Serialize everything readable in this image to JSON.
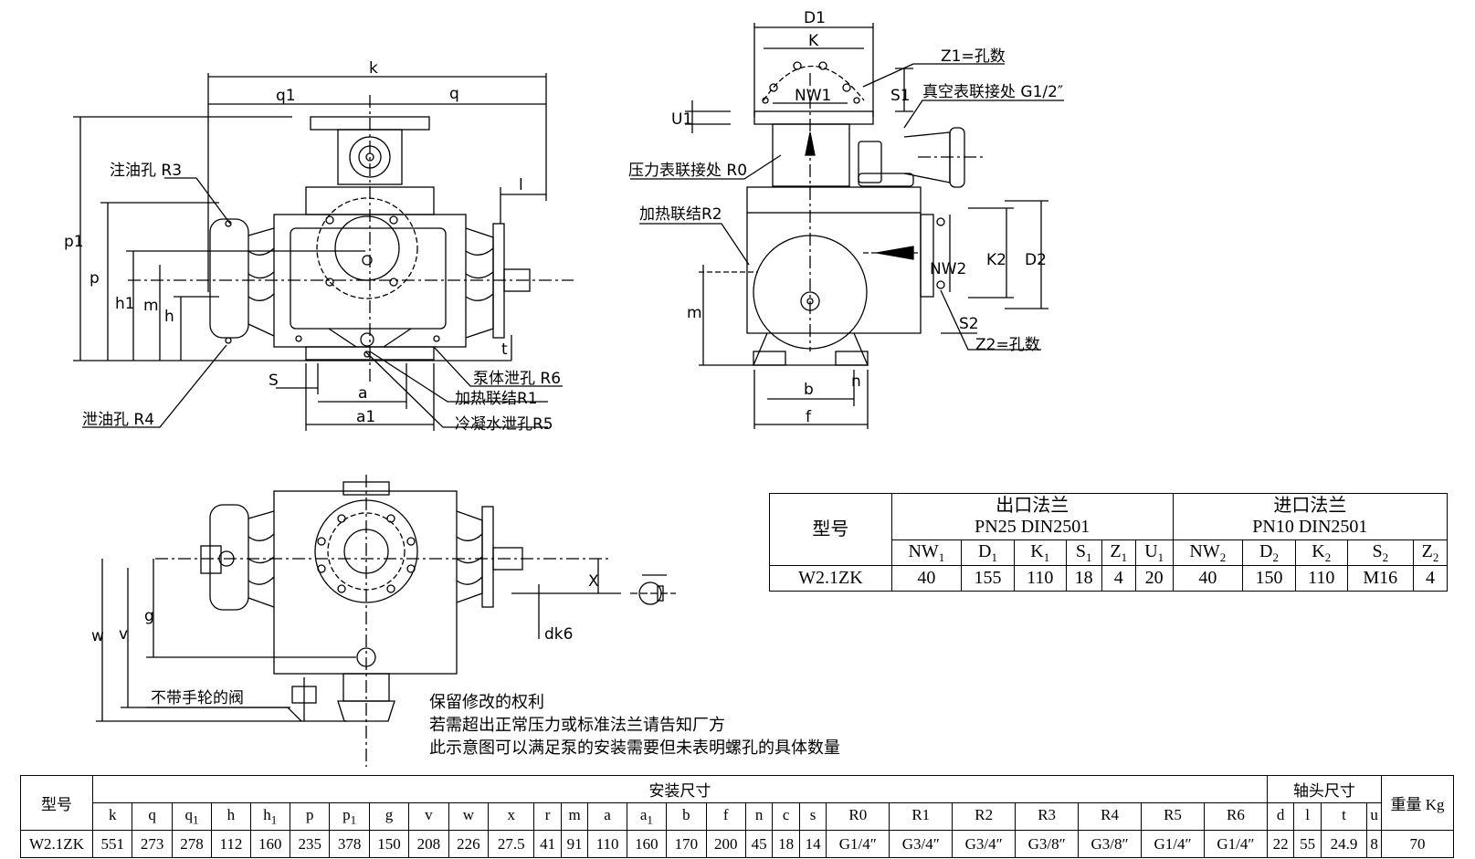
{
  "labels": {
    "k": "k",
    "q1": "q1",
    "q": "q",
    "l": "l",
    "p1": "p1",
    "p": "p",
    "h1": "h1",
    "m": "m",
    "h": "h",
    "t": "t",
    "S": "S",
    "a": "a",
    "a1": "a1",
    "oil_fill": "注油孔  R3",
    "oil_drain": "泄油孔  R4",
    "pump_drain": "泵体泄孔  R6",
    "heat_r1": "加热联结R1",
    "condensate": "冷凝水泄孔R5",
    "D1": "D1",
    "K": "K",
    "Z1": "Z1=孔数",
    "S1": "S1",
    "U1": "U1",
    "NW1": "NW1",
    "vacuum": "真空表联接处  G1/2″",
    "pressure": "压力表联接处  R0",
    "heat_r2": "加热联结R2",
    "NW2": "NW2",
    "K2": "K2",
    "D2": "D2",
    "S2": "S2",
    "Z2": "Z2=孔数",
    "m2": "m",
    "b": "b",
    "n": "n",
    "f": "f",
    "X": "X",
    "g": "g",
    "v": "v",
    "w": "w",
    "dk6": "dk6",
    "valve": "不带手轮的阀"
  },
  "notes": [
    "保留修改的权利",
    "若需超出正常压力或标准法兰请告知厂方",
    "此示意图可以满足泵的安装需要但未表明螺孔的具体数量"
  ],
  "flange_table": {
    "model_header": "型号",
    "outlet_title": "出口法兰",
    "outlet_std": "PN25 DIN2501",
    "inlet_title": "进口法兰",
    "inlet_std": "PN10 DIN2501",
    "columns": [
      {
        "base": "NW",
        "sub": "1"
      },
      {
        "base": "D",
        "sub": "1"
      },
      {
        "base": "K",
        "sub": "1"
      },
      {
        "base": "S",
        "sub": "1"
      },
      {
        "base": "Z",
        "sub": "1"
      },
      {
        "base": "U",
        "sub": "1"
      },
      {
        "base": "NW",
        "sub": "2"
      },
      {
        "base": "D",
        "sub": "2"
      },
      {
        "base": "K",
        "sub": "2"
      },
      {
        "base": "S",
        "sub": "2"
      },
      {
        "base": "Z",
        "sub": "2"
      }
    ],
    "row": {
      "model": "W2.1ZK",
      "values": [
        "40",
        "155",
        "110",
        "18",
        "4",
        "20",
        "40",
        "150",
        "110",
        "M16",
        "4"
      ]
    }
  },
  "dim_table": {
    "model_header": "型号",
    "install_header": "安装尺寸",
    "shaft_header": "轴头尺寸",
    "weight_header": "重量  Kg",
    "install_columns": [
      {
        "base": "k",
        "sub": ""
      },
      {
        "base": "q",
        "sub": ""
      },
      {
        "base": "q",
        "sub": "1"
      },
      {
        "base": "h",
        "sub": ""
      },
      {
        "base": "h",
        "sub": "1"
      },
      {
        "base": "p",
        "sub": ""
      },
      {
        "base": "p",
        "sub": "1"
      },
      {
        "base": "g",
        "sub": ""
      },
      {
        "base": "v",
        "sub": ""
      },
      {
        "base": "w",
        "sub": ""
      },
      {
        "base": "x",
        "sub": ""
      },
      {
        "base": "r",
        "sub": ""
      },
      {
        "base": "m",
        "sub": ""
      },
      {
        "base": "a",
        "sub": ""
      },
      {
        "base": "a",
        "sub": "1"
      },
      {
        "base": "b",
        "sub": ""
      },
      {
        "base": "f",
        "sub": ""
      },
      {
        "base": "n",
        "sub": ""
      },
      {
        "base": "c",
        "sub": ""
      },
      {
        "base": "s",
        "sub": ""
      },
      {
        "base": "R0",
        "sub": ""
      },
      {
        "base": "R1",
        "sub": ""
      },
      {
        "base": "R2",
        "sub": ""
      },
      {
        "base": "R3",
        "sub": ""
      },
      {
        "base": "R4",
        "sub": ""
      },
      {
        "base": "R5",
        "sub": ""
      },
      {
        "base": "R6",
        "sub": ""
      }
    ],
    "shaft_columns": [
      {
        "base": "d",
        "sub": ""
      },
      {
        "base": "l",
        "sub": ""
      },
      {
        "base": "t",
        "sub": ""
      },
      {
        "base": "u",
        "sub": ""
      }
    ],
    "row": {
      "model": "W2.1ZK",
      "install_values": [
        "551",
        "273",
        "278",
        "112",
        "160",
        "235",
        "378",
        "150",
        "208",
        "226",
        "27.5",
        "41",
        "91",
        "110",
        "160",
        "170",
        "200",
        "45",
        "18",
        "14",
        "G1/4″",
        "G3/4″",
        "G3/4″",
        "G3/8″",
        "G3/8″",
        "G1/4″",
        "G1/4″"
      ],
      "shaft_values": [
        "22",
        "55",
        "24.9",
        "8"
      ],
      "weight": "70"
    }
  }
}
